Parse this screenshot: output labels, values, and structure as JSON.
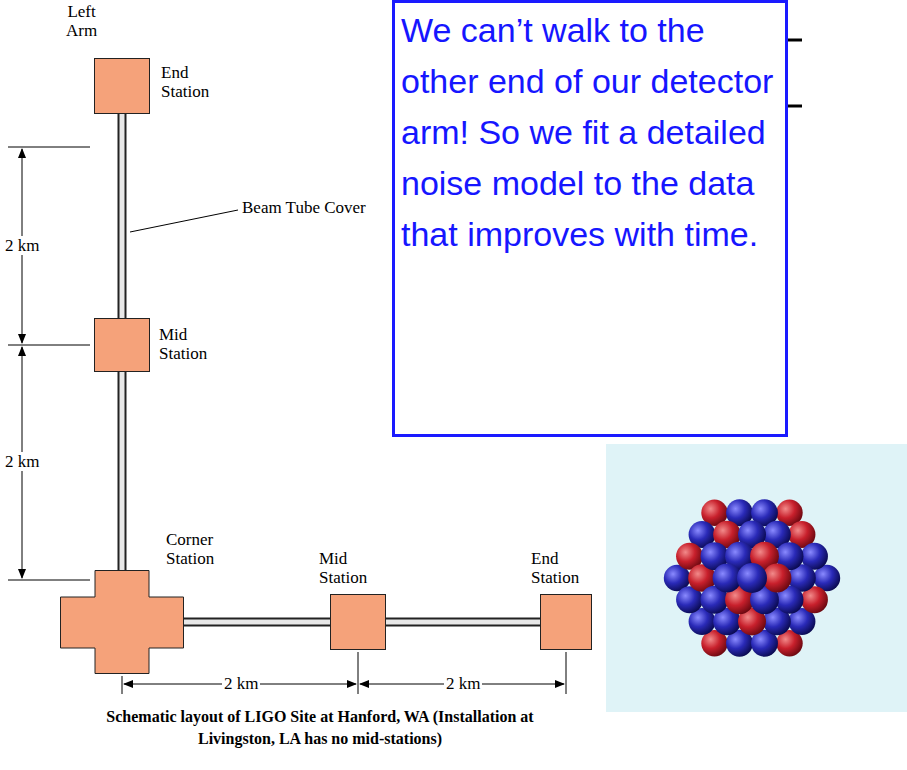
{
  "diagram": {
    "caption": "Schematic layout of LIGO Site at Hanford, WA (Installation at Livingston, LA has no mid-stations)",
    "nodes": [
      {
        "text": [
          "We can’t walk to the other end of our detector arm! So we fit a detailed noise model to the data that improves with time."
        ]
      },
      {
        "text": [
          "End Station"
        ]
      },
      {
        "text": [
          "Mid Station"
        ]
      },
      {
        "text": [
          "Corner Station"
        ]
      },
      {
        "text": [
          "Mid Station"
        ]
      },
      {
        "text": [
          "End Station"
        ]
      }
    ],
    "edges": [
      {
        "from": 3,
        "to": 2,
        "arrow": "none"
      },
      {
        "from": 2,
        "to": 1,
        "arrow": "none"
      },
      {
        "from": 3,
        "to": 4,
        "arrow": "none"
      },
      {
        "from": 4,
        "to": 5,
        "arrow": "none"
      }
    ],
    "labels": [
      "Left Arm",
      "Beam Tube Cover",
      "2 km",
      "2 km",
      "2 km",
      "2 km"
    ]
  }
}
